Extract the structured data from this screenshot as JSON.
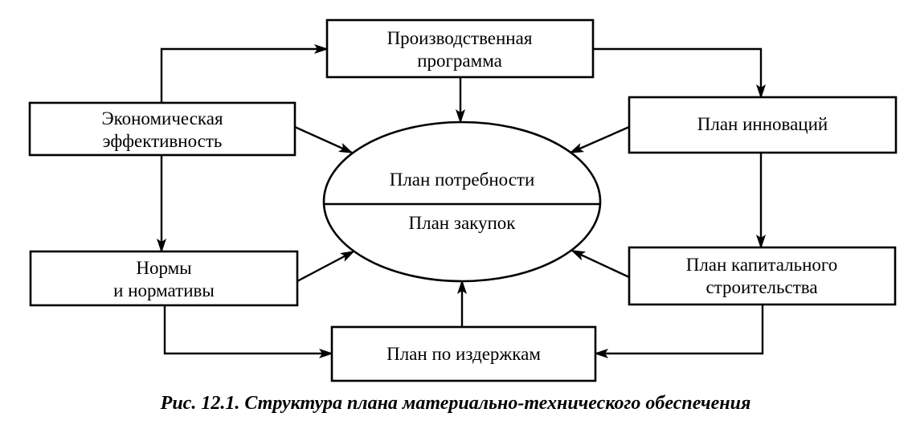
{
  "nodes": {
    "production": {
      "line1": "Производственная",
      "line2": "программа"
    },
    "economic": {
      "line1": "Экономическая",
      "line2": "эффективность"
    },
    "innovation": {
      "line1": "План инноваций"
    },
    "norms": {
      "line1": "Нормы",
      "line2": "и нормативы"
    },
    "capital": {
      "line1": "План капитального",
      "line2": "строительства"
    },
    "costs": {
      "line1": "План по издержкам"
    },
    "center": {
      "top": "План потребности",
      "bottom": "План закупок"
    }
  },
  "caption": "Рис. 12.1. Структура плана материально-технического обеспечения"
}
